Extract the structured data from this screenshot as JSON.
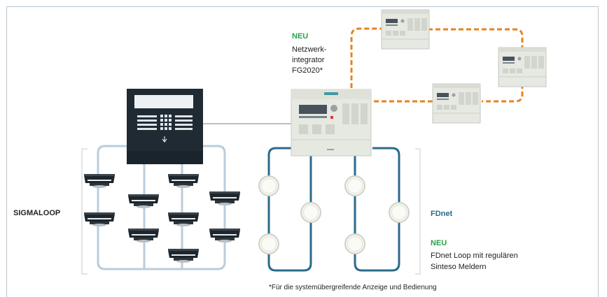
{
  "labels": {
    "neu_top": "NEU",
    "integrator_line1": "Netzwerk-",
    "integrator_line2": "integrator",
    "integrator_line3": "FG2020*",
    "sigmaloop": "SIGMALOOP",
    "fdnet": "FDnet",
    "neu_bottom": "NEU",
    "fdnet_loop_line1": "FDnet Loop mit regulären",
    "fdnet_loop_line2": "Sinteso Meldern",
    "footnote": "*Für die systemübergreifende Anzeige und Bedienung"
  },
  "colors": {
    "accent_new": "#2aa14b",
    "fdnet_blue": "#2b6a8b",
    "network_orange": "#e8821e",
    "sigmaloop_line": "#b9cddd",
    "panel_dark": "#1f2a33",
    "panel_light": "#e6e8e2"
  },
  "icons": {
    "sigmaloop_panel": "fire-control-panel-dark-icon",
    "integrator": "network-integrator-panel-icon",
    "remote_panels": "fire-control-panel-light-icon",
    "sigmaloop_detectors": "smoke-detector-icon",
    "fdnet_detectors": "sinteso-detector-icon"
  }
}
